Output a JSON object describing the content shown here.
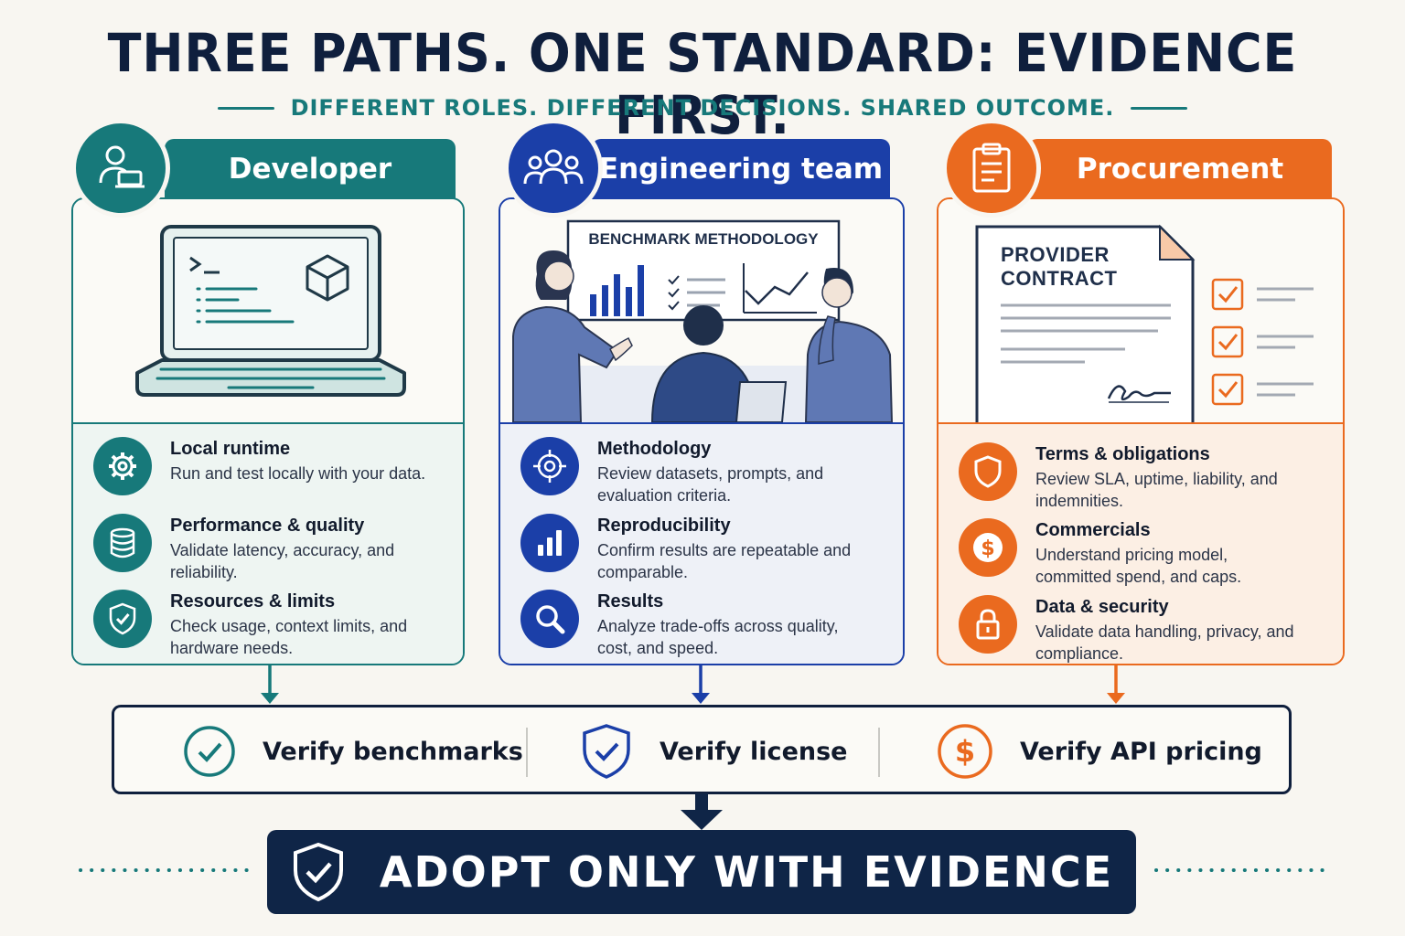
{
  "title": "THREE PATHS. ONE STANDARD: EVIDENCE FIRST.",
  "subtitle": "DIFFERENT ROLES. DIFFERENT DECISIONS. SHARED OUTCOME.",
  "colors": {
    "teal": "#17797a",
    "blue": "#1b3fa8",
    "orange": "#ea6a1f",
    "navy": "#0f2547"
  },
  "columns": [
    {
      "name": "Developer",
      "icon": "user-laptop-icon",
      "items": [
        {
          "title": "Local runtime",
          "desc": "Run and test locally with your data.",
          "icon": "gear-icon"
        },
        {
          "title": "Performance & quality",
          "desc": "Validate latency, accuracy, and reliability.",
          "icon": "database-icon"
        },
        {
          "title": "Resources & limits",
          "desc": "Check usage, context limits, and hardware needs.",
          "icon": "shield-check-icon"
        }
      ]
    },
    {
      "name": "Engineering team",
      "icon": "team-icon",
      "board_title": "BENCHMARK METHODOLOGY",
      "items": [
        {
          "title": "Methodology",
          "desc": "Review datasets, prompts, and evaluation criteria.",
          "icon": "target-icon"
        },
        {
          "title": "Reproducibility",
          "desc": "Confirm results are repeatable and comparable.",
          "icon": "bar-chart-icon"
        },
        {
          "title": "Results",
          "desc": "Analyze trade-offs across quality, cost, and speed.",
          "icon": "magnifier-icon"
        }
      ]
    },
    {
      "name": "Procurement",
      "icon": "clipboard-icon",
      "contract_title_1": "PROVIDER",
      "contract_title_2": "CONTRACT",
      "items": [
        {
          "title": "Terms & obligations",
          "desc": "Review SLA, uptime, liability, and indemnities.",
          "icon": "shield-icon"
        },
        {
          "title": "Commercials",
          "desc": "Understand pricing model, committed spend, and caps.",
          "icon": "dollar-icon"
        },
        {
          "title": "Data & security",
          "desc": "Validate data handling, privacy, and compliance.",
          "icon": "lock-icon"
        }
      ]
    }
  ],
  "verify": [
    {
      "label": "Verify benchmarks",
      "icon": "check-circle-icon"
    },
    {
      "label": "Verify license",
      "icon": "shield-check-icon"
    },
    {
      "label": "Verify API pricing",
      "icon": "dollar-circle-icon"
    }
  ],
  "final": {
    "label": "ADOPT ONLY WITH EVIDENCE",
    "icon": "shield-check-icon"
  }
}
